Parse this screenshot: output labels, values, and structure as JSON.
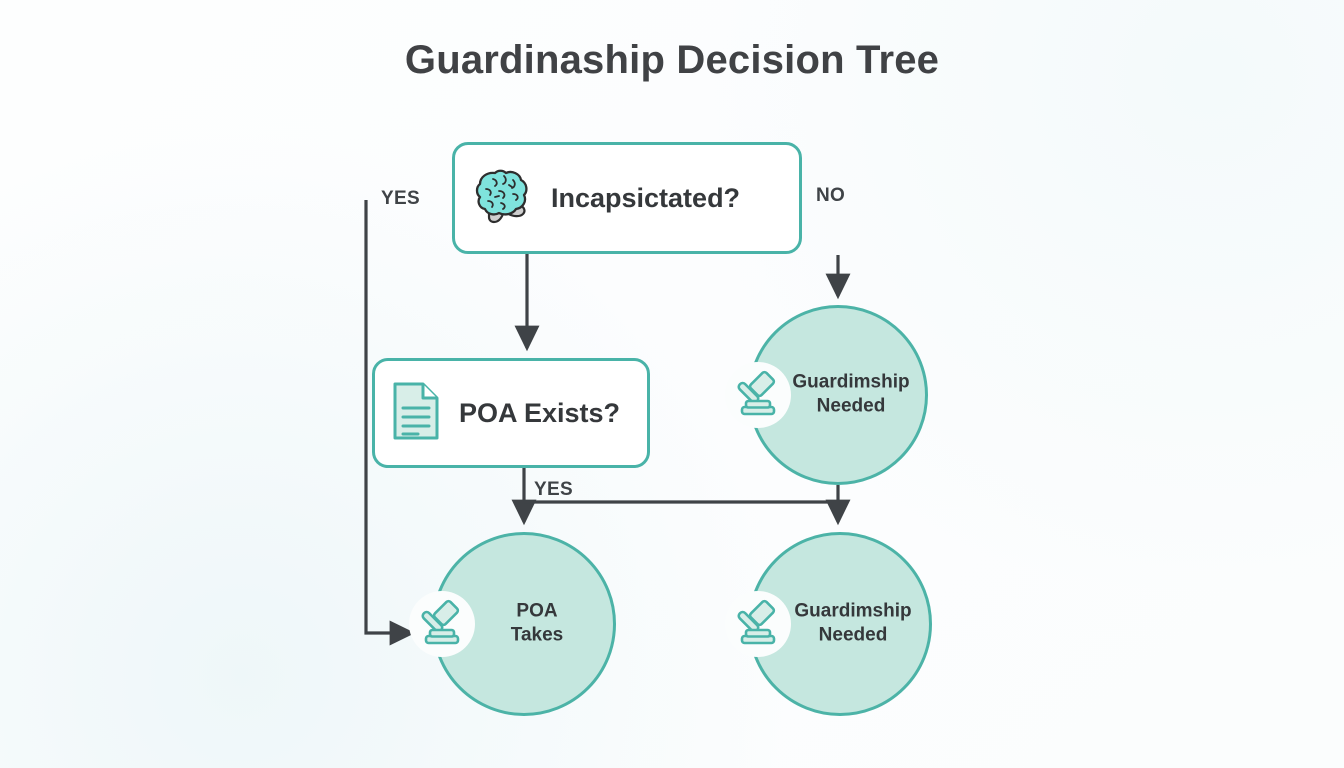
{
  "title": "Guardinaship Decision Tree",
  "colors": {
    "accent_border": "#49b3a8",
    "circle_fill": "#c5e7df",
    "circle_border": "#4cb3a7",
    "text": "#35383b",
    "connector": "#3f4347",
    "background": "#fdfefe",
    "brain_fill": "#7fe3dd",
    "doc_fill": "#d8eee8"
  },
  "nodes": {
    "incapacitated": {
      "label": "Incapsictated?",
      "icon": "brain-icon",
      "shape": "rounded-rect"
    },
    "poa_exists": {
      "label": "POA Exists?",
      "icon": "document-icon",
      "shape": "rounded-rect"
    },
    "guardianship_no": {
      "label_line1": "Guardimship",
      "label_line2": "Needed",
      "icon": "gavel-icon",
      "shape": "circle"
    },
    "poa_takes": {
      "label_line1": "POA",
      "label_line2": "Takes",
      "icon": "gavel-icon",
      "shape": "circle"
    },
    "guardianship_poa_no": {
      "label_line1": "Guardimship",
      "label_line2": "Needed",
      "icon": "gavel-icon",
      "shape": "circle"
    }
  },
  "edges": {
    "yes_top": "YES",
    "no_top": "NO",
    "yes_mid": "YES"
  }
}
